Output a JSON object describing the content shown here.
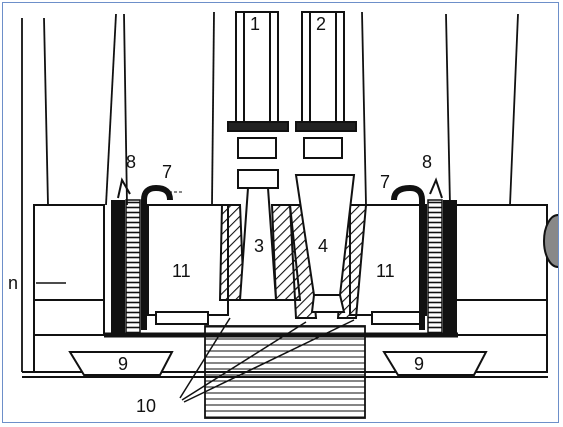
{
  "labels": {
    "l1": "1",
    "l2": "2",
    "l3": "3",
    "l4": "4",
    "l7a": "7",
    "l7b": "7",
    "l8a": "8",
    "l8b": "8",
    "l9a": "9",
    "l9b": "9",
    "l10": "10",
    "l11a": "11",
    "l11b": "11",
    "ln": "n"
  },
  "colors": {
    "ink": "#111111",
    "frame": "#6d8fc9",
    "paper": "#ffffff"
  }
}
